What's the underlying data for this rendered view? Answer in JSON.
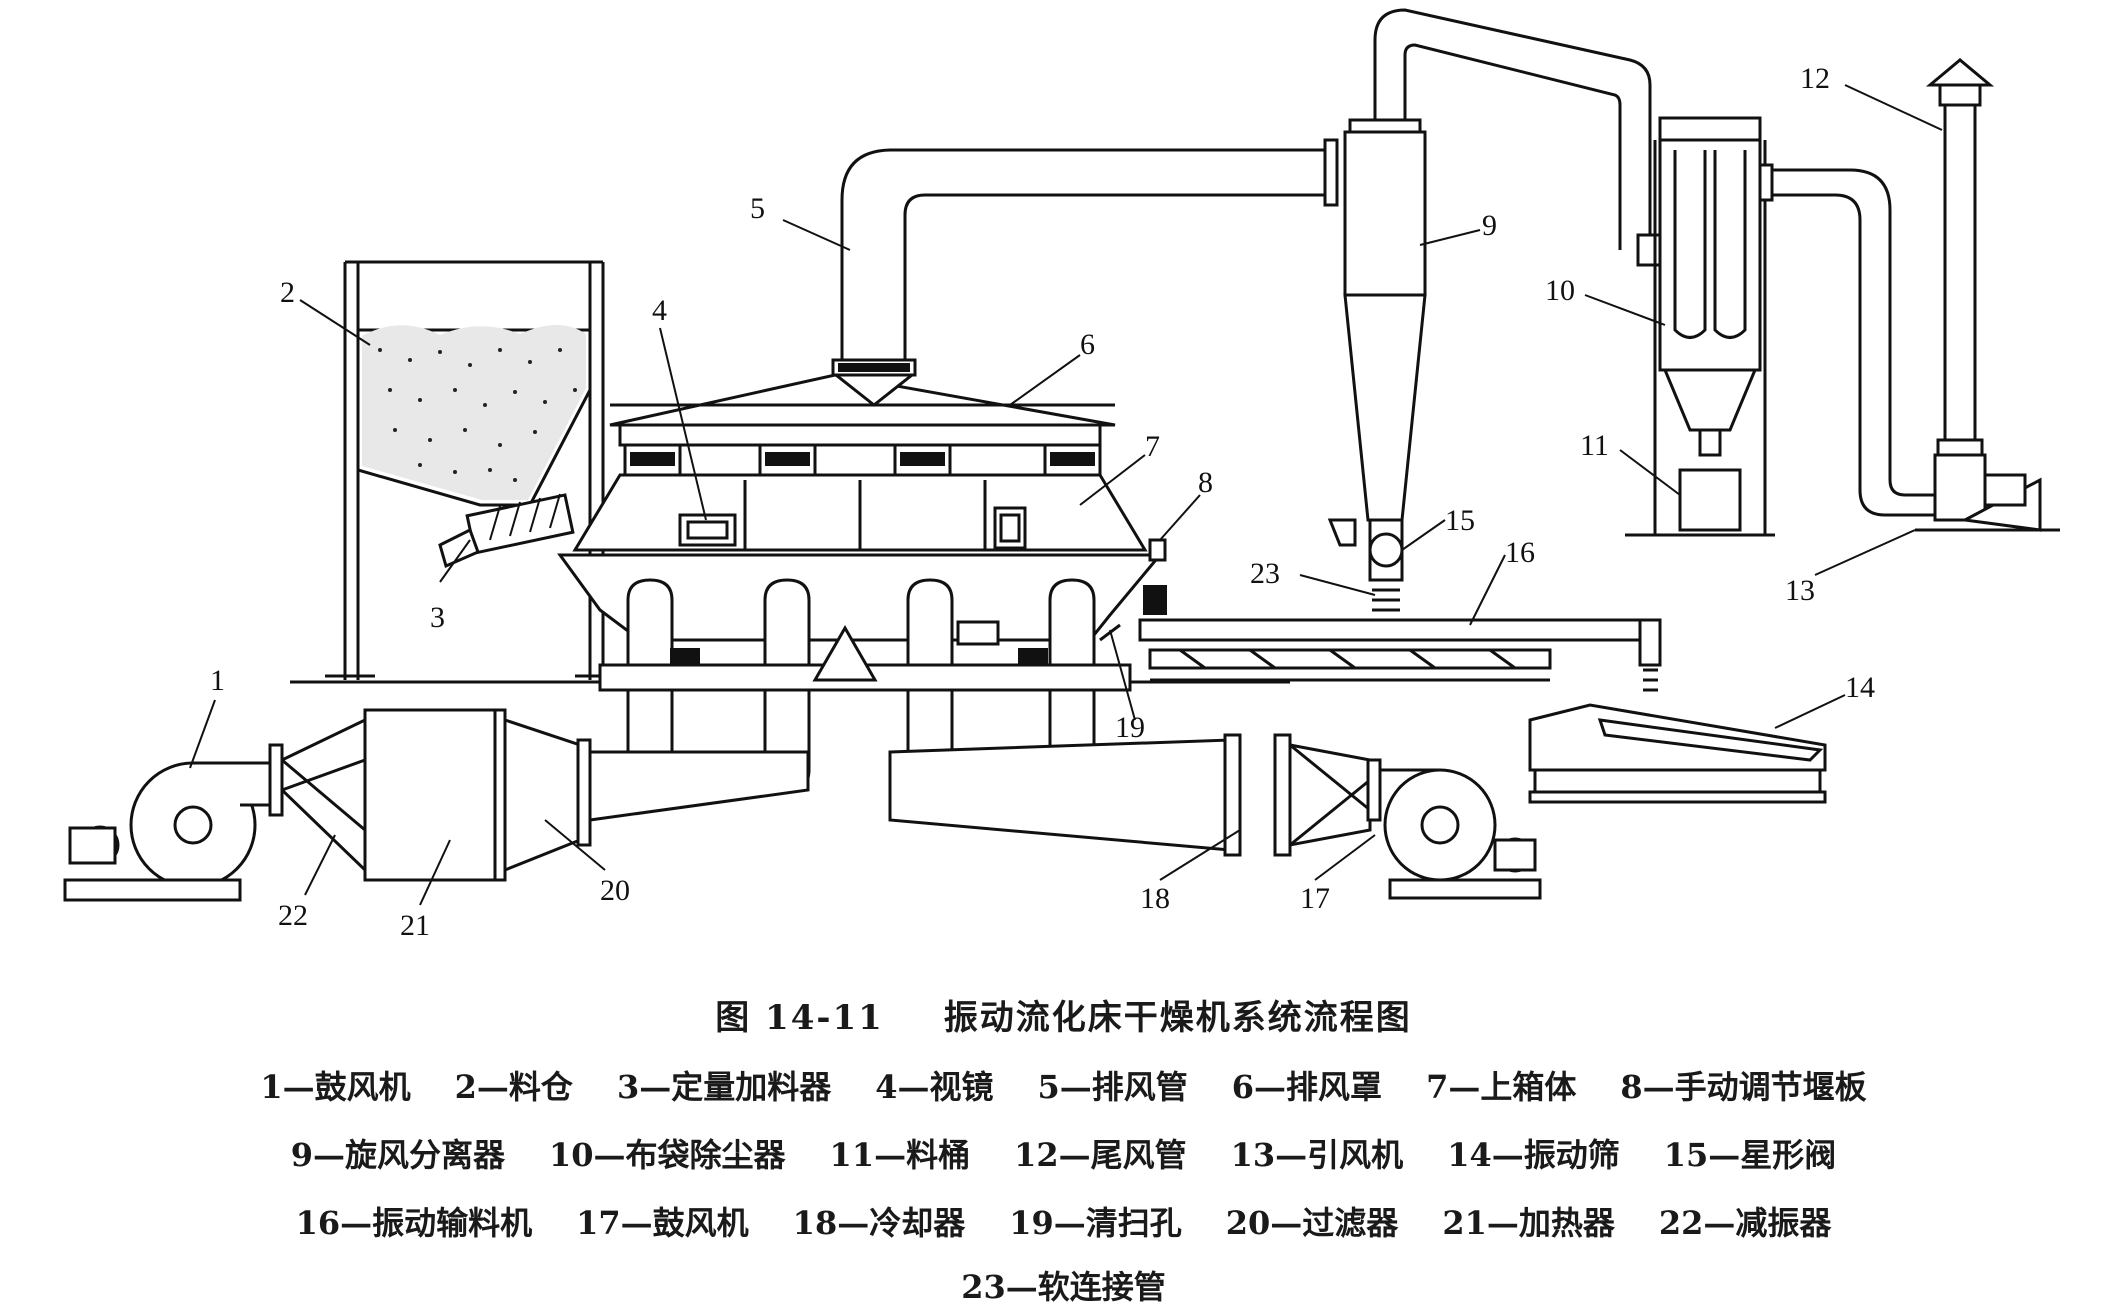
{
  "caption": {
    "figure_number": "图 14-11",
    "title": "振动流化床干燥机系统流程图"
  },
  "labels": [
    "1",
    "2",
    "3",
    "4",
    "5",
    "6",
    "7",
    "8",
    "9",
    "10",
    "11",
    "12",
    "13",
    "14",
    "15",
    "16",
    "17",
    "18",
    "19",
    "20",
    "21",
    "22",
    "23"
  ],
  "legend": {
    "row1": [
      "1—鼓风机",
      "2—料仓",
      "3—定量加料器",
      "4—视镜",
      "5—排风管",
      "6—排风罩",
      "7—上箱体",
      "8—手动调节堰板"
    ],
    "row2": [
      "9—旋风分离器",
      "10—布袋除尘器",
      "11—料桶",
      "12—尾风管",
      "13—引风机",
      "14—振动筛",
      "15—星形阀"
    ],
    "row3": [
      "16—振动输料机",
      "17—鼓风机",
      "18—冷却器",
      "19—清扫孔",
      "20—过滤器",
      "21—加热器",
      "22—减振器"
    ],
    "row4": [
      "23—软连接管"
    ]
  }
}
